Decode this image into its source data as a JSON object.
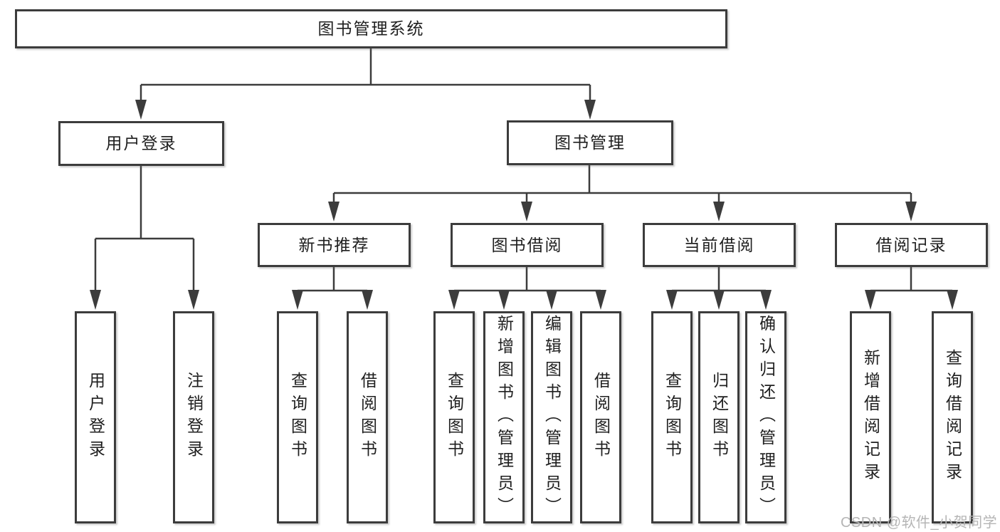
{
  "tree": {
    "label": "图书管理系统",
    "children": [
      {
        "label": "用户登录",
        "children": [
          {
            "label": "用户登录"
          },
          {
            "label": "注销登录"
          }
        ]
      },
      {
        "label": "图书管理",
        "children": [
          {
            "label": "新书推荐",
            "children": [
              {
                "label": "查询图书"
              },
              {
                "label": "借阅图书"
              }
            ]
          },
          {
            "label": "图书借阅",
            "children": [
              {
                "label": "查询图书"
              },
              {
                "label": "新增图书（管理员）"
              },
              {
                "label": "编辑图书（管理员）"
              },
              {
                "label": "借阅图书"
              }
            ]
          },
          {
            "label": "当前借阅",
            "children": [
              {
                "label": "查询图书"
              },
              {
                "label": "归还图书"
              },
              {
                "label": "确认归还（管理员）"
              }
            ]
          },
          {
            "label": "借阅记录",
            "children": [
              {
                "label": "新增借阅记录"
              },
              {
                "label": "查询借阅记录"
              }
            ]
          }
        ]
      }
    ]
  },
  "watermark": {
    "text": "CSDN @软件_小贺同学"
  },
  "colors": {
    "line": "#3c3c3c",
    "text": "#1f1f1f",
    "watermark": "#b5b5b5",
    "background": "#ffffff"
  }
}
